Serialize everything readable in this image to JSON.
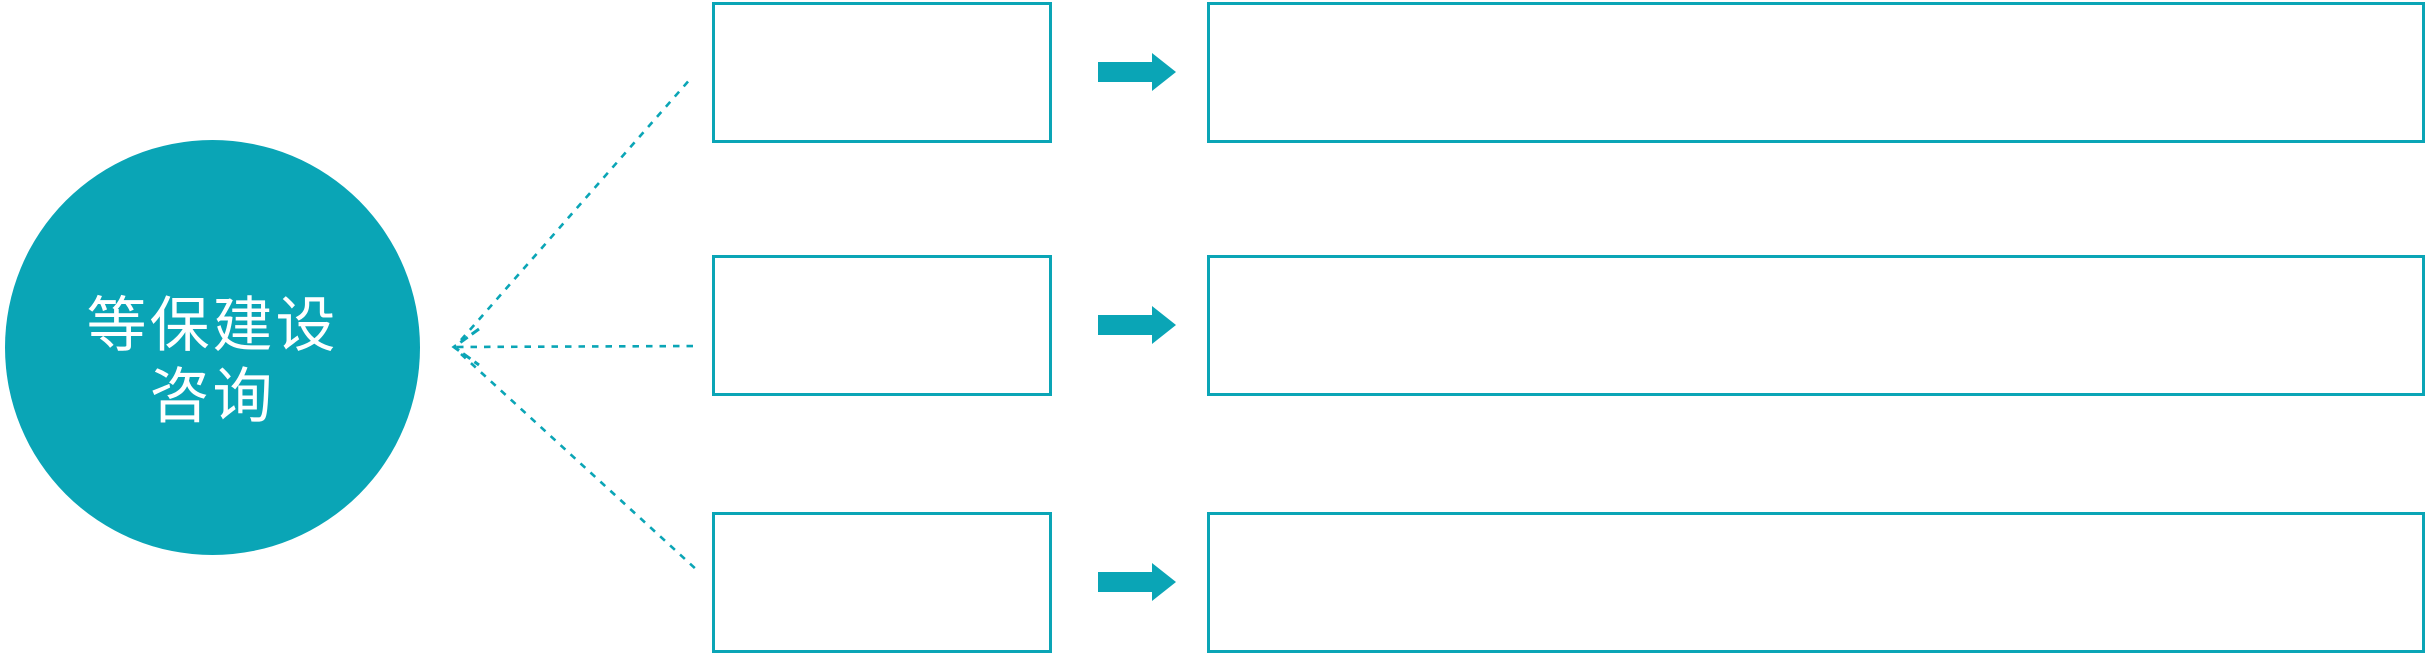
{
  "diagram": {
    "accent_color": "#0aa5b6",
    "hub": {
      "shape": "circle",
      "text_color": "#ffffff",
      "label_line1": "等保建设",
      "label_line2": "咨询"
    },
    "connector": {
      "style": "dashed",
      "arrowhead_icon": "dashed-open-arrowhead-left-icon"
    },
    "rows": [
      {
        "small_box_label": "",
        "arrow_icon": "right-arrow-icon",
        "large_box_label": ""
      },
      {
        "small_box_label": "",
        "arrow_icon": "right-arrow-icon",
        "large_box_label": ""
      },
      {
        "small_box_label": "",
        "arrow_icon": "right-arrow-icon",
        "large_box_label": ""
      }
    ]
  }
}
